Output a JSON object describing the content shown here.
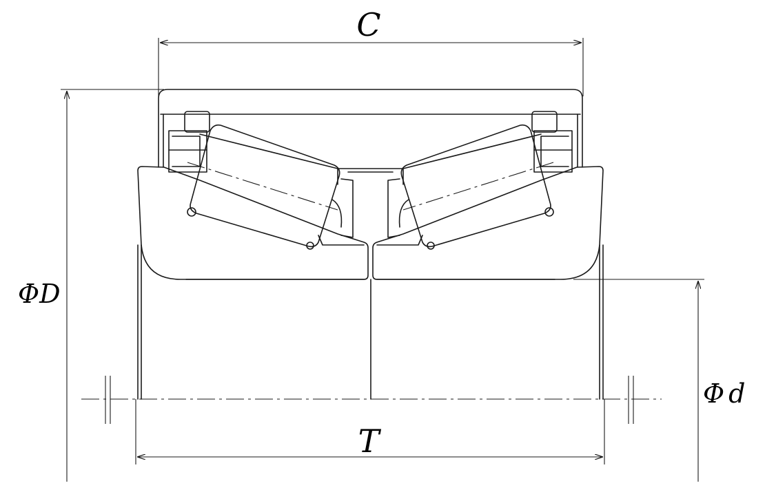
{
  "labels": {
    "C": "C",
    "T": "T",
    "D": "D",
    "d": "d",
    "phi": "Φ"
  },
  "colors": {
    "stroke": "#1a1a1a",
    "background": "#ffffff"
  }
}
